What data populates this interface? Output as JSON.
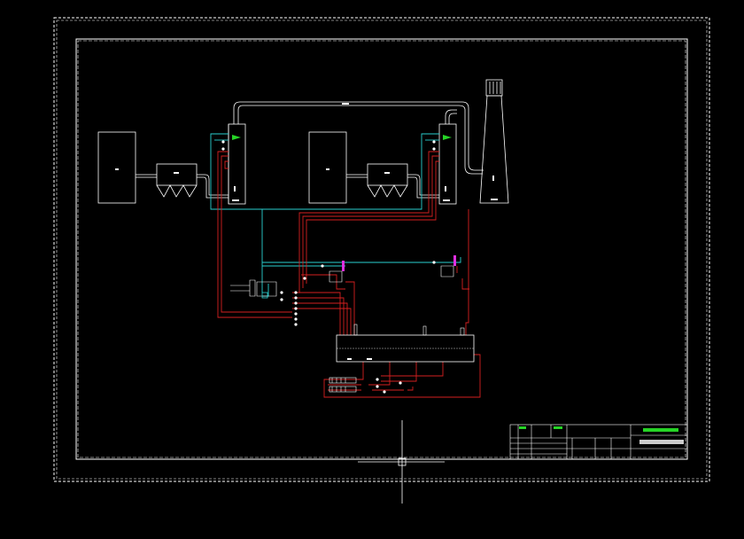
{
  "window": {
    "title": ""
  },
  "colors": {
    "background": "#000000",
    "frame": "#ffffff",
    "pipe_red": "#d42020",
    "pipe_cyan": "#2ad0d0",
    "pipe_white": "#ffffff",
    "accent_green": "#26d426",
    "accent_magenta": "#e030e0"
  },
  "drawing": {
    "equipment": [
      {
        "id": "boiler-1",
        "kind": "boiler",
        "label": ""
      },
      {
        "id": "dust-collector-1",
        "kind": "bag-filter",
        "label": ""
      },
      {
        "id": "desulfurization-tower-1",
        "kind": "tower",
        "label": ""
      },
      {
        "id": "boiler-2",
        "kind": "boiler",
        "label": ""
      },
      {
        "id": "dust-collector-2",
        "kind": "bag-filter",
        "label": ""
      },
      {
        "id": "desulfurization-tower-2",
        "kind": "tower",
        "label": ""
      },
      {
        "id": "chimney",
        "kind": "chimney",
        "label": ""
      },
      {
        "id": "circulation-tank",
        "kind": "tank",
        "label": ""
      }
    ]
  },
  "title_block": {
    "drawing_title": "",
    "company": "",
    "cells": [
      "",
      "",
      "",
      "",
      "",
      "",
      "",
      "",
      ""
    ]
  }
}
